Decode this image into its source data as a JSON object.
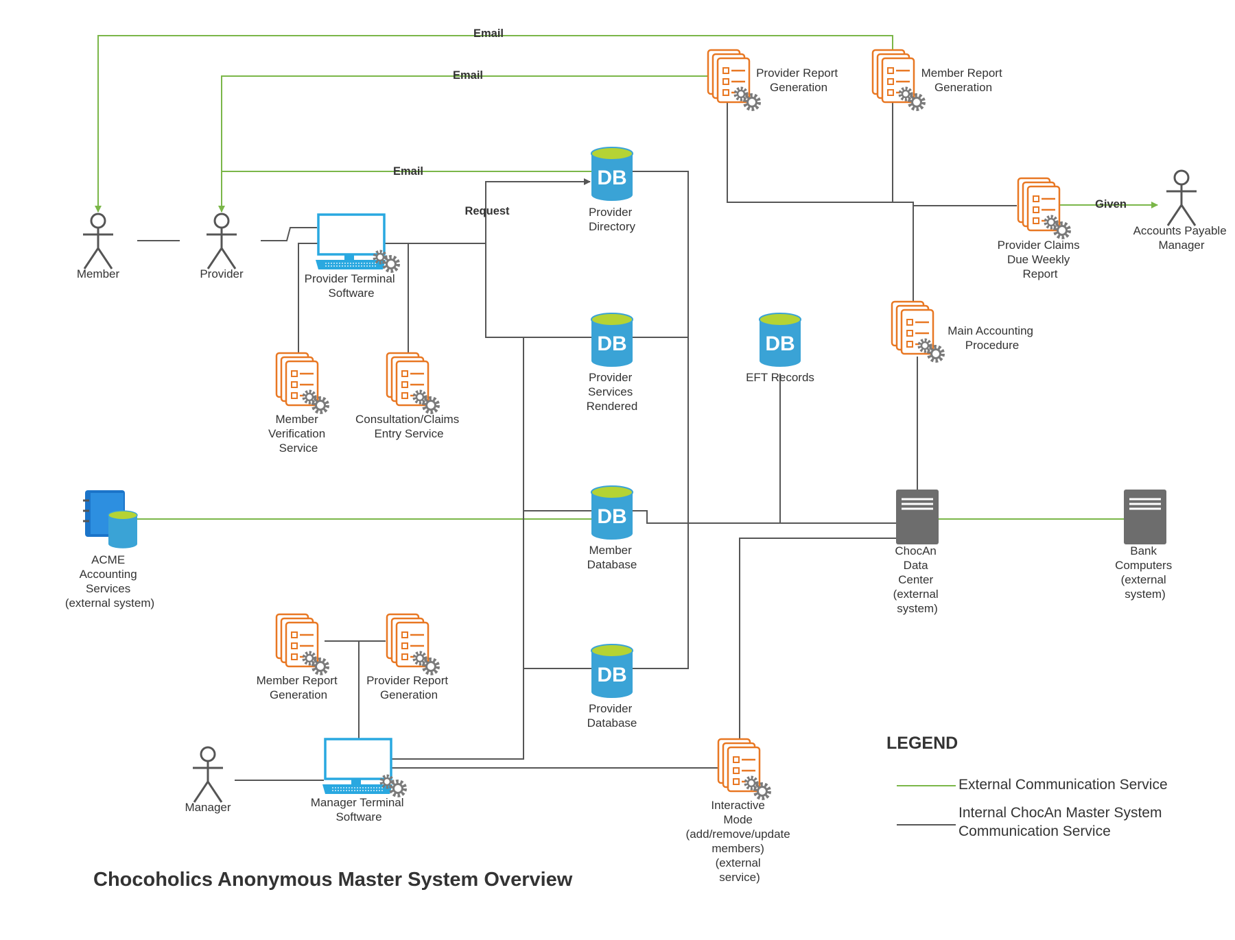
{
  "title": "Chocoholics Anonymous Master System Overview",
  "colors": {
    "external": "#7ab648",
    "internal": "#555555",
    "process": "#e87722",
    "database": "#3aa3d6",
    "database_top": "#b5d334",
    "terminal": "#29a8e0",
    "server": "#6d6d6d",
    "gear": "#7a7a7a",
    "accounting_book": "#1b74c9"
  },
  "actors": {
    "member": "Member",
    "provider": "Provider",
    "manager": "Manager",
    "accounts_payable": [
      "Accounts Payable",
      "Manager"
    ]
  },
  "terminals": {
    "provider_terminal": [
      "Provider Terminal",
      "Software"
    ],
    "manager_terminal": [
      "Manager Terminal",
      "Software"
    ]
  },
  "databases": {
    "icon_text": "DB",
    "provider_directory": [
      "Provider",
      "Directory"
    ],
    "provider_services_rendered": [
      "Provider",
      "Services",
      "Rendered"
    ],
    "member_database": [
      "Member",
      "Database"
    ],
    "provider_database": [
      "Provider",
      "Database"
    ],
    "eft_records": [
      "EFT Records"
    ]
  },
  "processes": {
    "provider_report_top": [
      "Provider Report",
      "Generation"
    ],
    "member_report_top": [
      "Member Report",
      "Generation"
    ],
    "provider_claims_weekly": [
      "Provider Claims",
      "Due Weekly",
      "Report"
    ],
    "main_accounting": [
      "Main Accounting",
      "Procedure"
    ],
    "member_verification": [
      "Member",
      "Verification",
      "Service"
    ],
    "consultation_claims": [
      "Consultation/Claims",
      "Entry Service"
    ],
    "member_report_bottom": [
      "Member Report",
      "Generation"
    ],
    "provider_report_bottom": [
      "Provider Report",
      "Generation"
    ],
    "interactive_mode": [
      "Interactive",
      "Mode",
      "(add/remove/update",
      "members)",
      "(external",
      "service)"
    ]
  },
  "systems": {
    "acme": [
      "ACME",
      "Accounting",
      "Services",
      "(external system)"
    ],
    "chocan_data_center": [
      "ChocAn",
      "Data",
      "Center",
      "(external",
      "system)"
    ],
    "bank": [
      "Bank",
      "Computers",
      "(external",
      "system)"
    ]
  },
  "edge_labels": {
    "email_1": "Email",
    "email_2": "Email",
    "email_3": "Email",
    "request": "Request",
    "given": "Given"
  },
  "legend": {
    "title": "LEGEND",
    "external": [
      "External Communication Service"
    ],
    "internal": [
      "Internal ChocAn Master System",
      "Communication Service"
    ]
  }
}
